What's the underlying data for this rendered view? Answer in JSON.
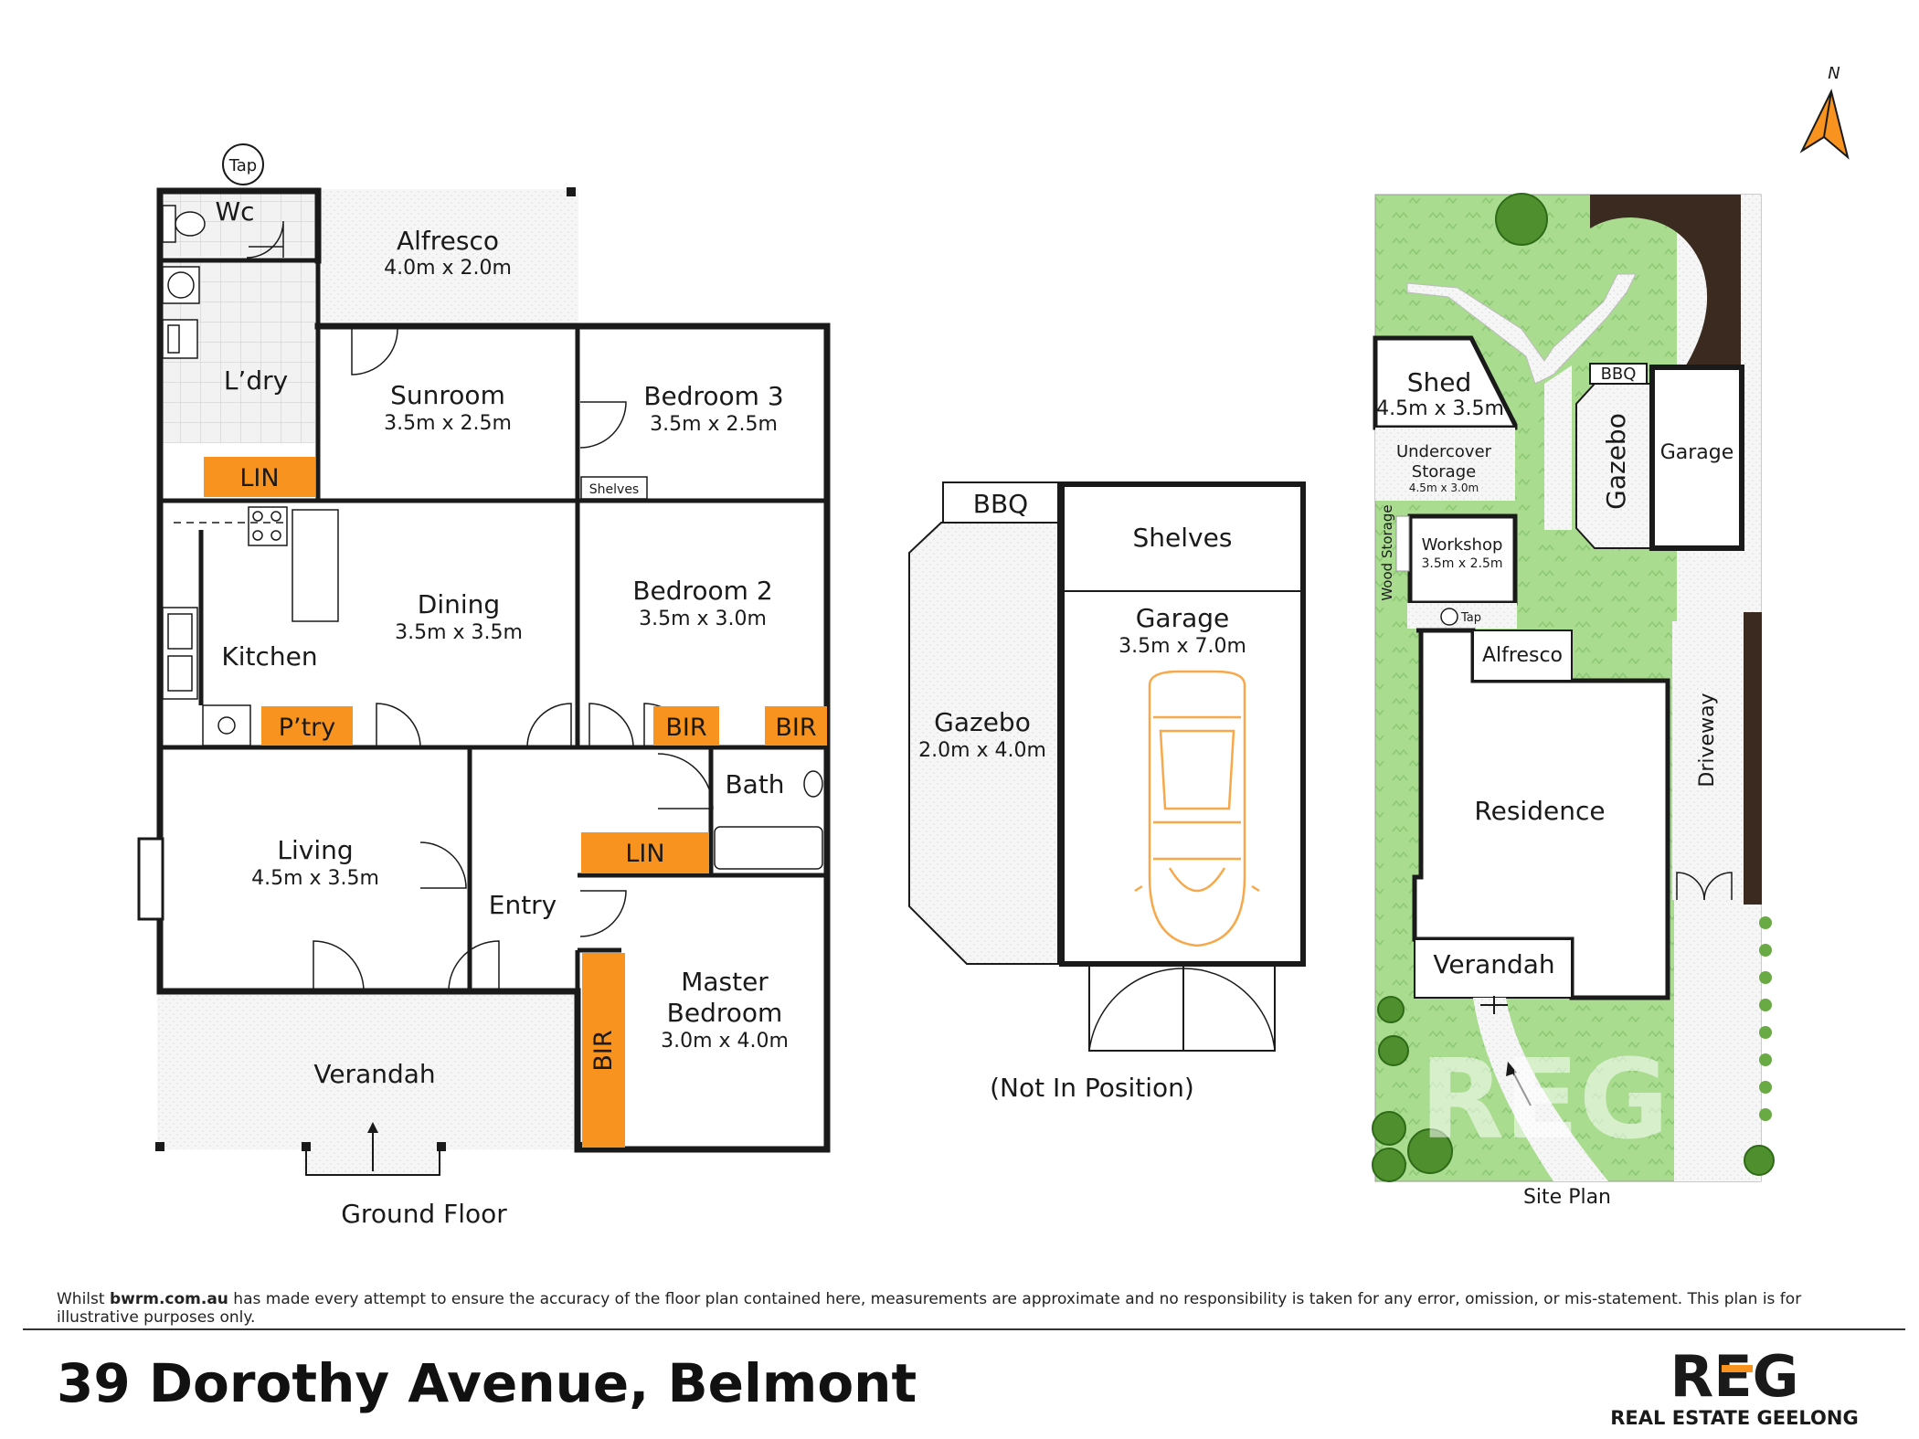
{
  "ground_floor": {
    "rooms": {
      "tap": "Tap",
      "wc": "Wc",
      "alfresco": {
        "name": "Alfresco",
        "dim": "4.0m x 2.0m"
      },
      "laundry": "L’dry",
      "laundry_lin": "LIN",
      "sunroom": {
        "name": "Sunroom",
        "dim": "3.5m x 2.5m"
      },
      "bedroom3": {
        "name": "Bedroom 3",
        "dim": "3.5m x 2.5m"
      },
      "shelves": "Shelves",
      "kitchen": "Kitchen",
      "dining": {
        "name": "Dining",
        "dim": "3.5m x 3.5m"
      },
      "pantry": "P’try",
      "bedroom2": {
        "name": "Bedroom 2",
        "dim": "3.5m x 3.0m"
      },
      "bir1": "BIR",
      "bir2": "BIR",
      "bath": "Bath",
      "hall_lin": "LIN",
      "living": {
        "name": "Living",
        "dim": "4.5m x 3.5m"
      },
      "entry": "Entry",
      "master": {
        "name_line1": "Master",
        "name_line2": "Bedroom",
        "dim": "3.0m x 4.0m"
      },
      "master_bir": "BIR",
      "verandah": "Verandah"
    },
    "caption": "Ground Floor"
  },
  "outbuilding": {
    "bbq": "BBQ",
    "shelves": "Shelves",
    "garage": {
      "name": "Garage",
      "dim": "3.5m x 7.0m"
    },
    "gazebo": {
      "name": "Gazebo",
      "dim": "2.0m x 4.0m"
    },
    "caption": "(Not In Position)"
  },
  "site_plan": {
    "north": "N",
    "shed": {
      "name": "Shed",
      "dim": "4.5m x 3.5m"
    },
    "undercover": {
      "name_line1": "Undercover",
      "name_line2": "Storage",
      "dim": "4.5m x 3.0m"
    },
    "wood_storage": "Wood Storage",
    "workshop": {
      "name": "Workshop",
      "dim": "3.5m x 2.5m"
    },
    "tap": "Tap",
    "bbq": "BBQ",
    "gazebo": "Gazebo",
    "garage": "Garage",
    "alfresco": "Alfresco",
    "driveway": "Driveway",
    "residence": "Residence",
    "verandah": "Verandah",
    "watermark": "REG",
    "caption": "Site Plan"
  },
  "footer": {
    "disclaimer_pre": "Whilst ",
    "disclaimer_site": "bwrm.com.au",
    "disclaimer_post": " has made every attempt to ensure the accuracy of the floor plan contained here, measurements are approximate and no responsibility is taken for any error, omission, or mis-statement. This plan is for illustrative purposes only.",
    "address": "39 Dorothy Avenue, Belmont",
    "brand_logo": "REG",
    "brand_name": "REAL ESTATE GEELONG"
  },
  "colors": {
    "orange": "#f7931e",
    "wall": "#1a1a1a",
    "lawn": "#a9dc8f",
    "lawn_dark": "#8ccc70",
    "paving": "#f4f4f4",
    "dark_brown": "#3a2a20",
    "car": "#f7a84a"
  }
}
